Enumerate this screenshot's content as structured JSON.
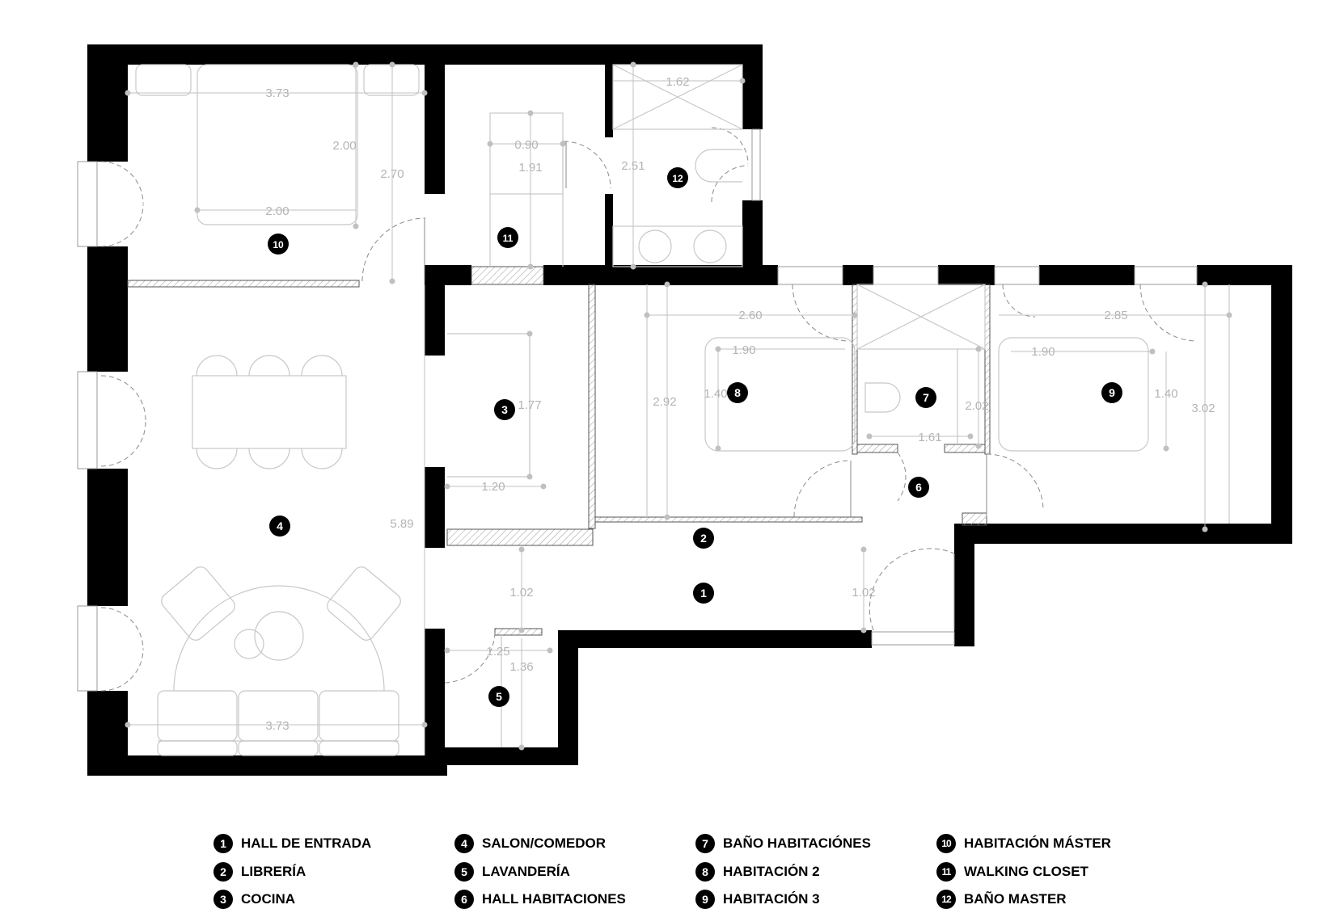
{
  "dimensions": [
    {
      "id": "d-373-top",
      "label": "3.73"
    },
    {
      "id": "d-200-bedh",
      "label": "2.00"
    },
    {
      "id": "d-200-bedw",
      "label": "2.00"
    },
    {
      "id": "d-270",
      "label": "2.70"
    },
    {
      "id": "d-090",
      "label": "0.90"
    },
    {
      "id": "d-191",
      "label": "1.91"
    },
    {
      "id": "d-162",
      "label": "1.62"
    },
    {
      "id": "d-251",
      "label": "2.51"
    },
    {
      "id": "d-177",
      "label": "1.77"
    },
    {
      "id": "d-120",
      "label": "1.20"
    },
    {
      "id": "d-589",
      "label": "5.89"
    },
    {
      "id": "d-260",
      "label": "2.60"
    },
    {
      "id": "d-190-a",
      "label": "1.90"
    },
    {
      "id": "d-140-a",
      "label": "1.40"
    },
    {
      "id": "d-292",
      "label": "2.92"
    },
    {
      "id": "d-202",
      "label": "2.02"
    },
    {
      "id": "d-161",
      "label": "1.61"
    },
    {
      "id": "d-285",
      "label": "2.85"
    },
    {
      "id": "d-190-b",
      "label": "1.90"
    },
    {
      "id": "d-140-b",
      "label": "1.40"
    },
    {
      "id": "d-302",
      "label": "3.02"
    },
    {
      "id": "d-102-a",
      "label": "1.02"
    },
    {
      "id": "d-102-b",
      "label": "1.02"
    },
    {
      "id": "d-125",
      "label": "1.25"
    },
    {
      "id": "d-136",
      "label": "1.36"
    },
    {
      "id": "d-373-bot",
      "label": "3.73"
    }
  ],
  "rooms": [
    {
      "number": "1",
      "name": "HALL DE ENTRADA"
    },
    {
      "number": "2",
      "name": "LIBRERÍA"
    },
    {
      "number": "3",
      "name": "COCINA"
    },
    {
      "number": "4",
      "name": "SALON/COMEDOR"
    },
    {
      "number": "5",
      "name": "LAVANDERÍA"
    },
    {
      "number": "6",
      "name": "HALL HABITACIONES"
    },
    {
      "number": "7",
      "name": "BAÑO HABITACIÓNES"
    },
    {
      "number": "8",
      "name": "HABITACIÓN 2"
    },
    {
      "number": "9",
      "name": "HABITACIÓN 3"
    },
    {
      "number": "10",
      "name": "HABITACIÓN MÁSTER"
    },
    {
      "number": "11",
      "name": "WALKING CLOSET"
    },
    {
      "number": "12",
      "name": "BAÑO MASTER"
    }
  ],
  "colors": {
    "walls": "#000000",
    "dimension": "#b4b4b4",
    "furniture": "#c8c8c8"
  }
}
